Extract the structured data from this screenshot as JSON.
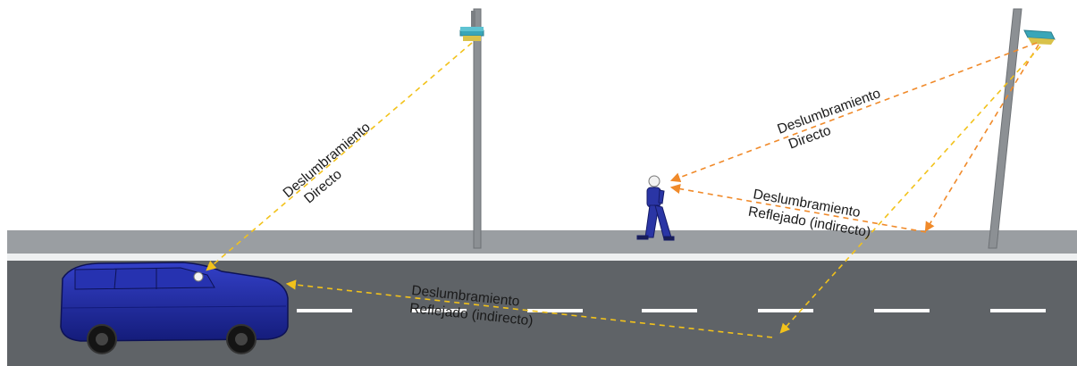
{
  "labels": {
    "direct_glare_left": {
      "line1": "Deslumbramiento",
      "line2": "Directo"
    },
    "direct_glare_right": {
      "line1": "Deslumbramiento",
      "line2": "Directo"
    },
    "reflected_glare_sidewalk": {
      "line1": "Deslumbramiento",
      "line2": "Reflejado (indirecto)"
    },
    "reflected_glare_road": {
      "line1": "Deslumbramiento",
      "line2": "Reflejado (indirecto)"
    }
  },
  "colors": {
    "sky": "#ffffff",
    "sidewalk": "#9a9ea2",
    "curb": "#eef0f1",
    "road": "#5f6367",
    "lane_marking": "#ffffff",
    "pole": "#8c9094",
    "luminaire": "#3aa6b8",
    "car": "#1f2aa8",
    "pedestrian": "#2a35a5",
    "glare_ray_yellow": "#f2c21b",
    "glare_ray_orange": "#f08a2a"
  }
}
